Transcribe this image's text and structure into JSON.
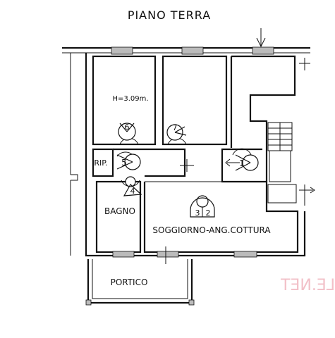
{
  "title": "PIANO TERRA",
  "rooms": {
    "height_note": "H=3.09m.",
    "rip": "RIP.",
    "bagno": "BAGNO",
    "soggiorno": "SOGGIORNO-ANG.COTTURA",
    "portico": "PORTICO"
  },
  "markers": [
    "1",
    "2",
    "3",
    "4",
    "5",
    "6",
    "7"
  ],
  "watermark": "LE.NET",
  "colors": {
    "lines": "#111111",
    "watermark": "#f2c0c8",
    "background": "#ffffff"
  }
}
